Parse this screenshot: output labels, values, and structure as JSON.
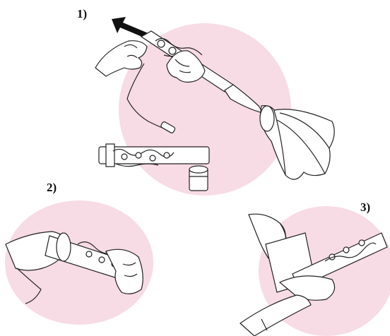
{
  "steps": [
    {
      "label": "1)",
      "illustration": "clarinet-upper-joint-swab-pull-through"
    },
    {
      "label": "2)",
      "illustration": "wiping-clarinet-joint-with-cloth"
    },
    {
      "label": "3)",
      "illustration": "paper-under-clarinet-pad"
    }
  ],
  "colors": {
    "background": "#ffffff",
    "circle": "#f7dbe5",
    "line": "#222222",
    "arrow": "#111111",
    "fill": "#ffffff"
  }
}
